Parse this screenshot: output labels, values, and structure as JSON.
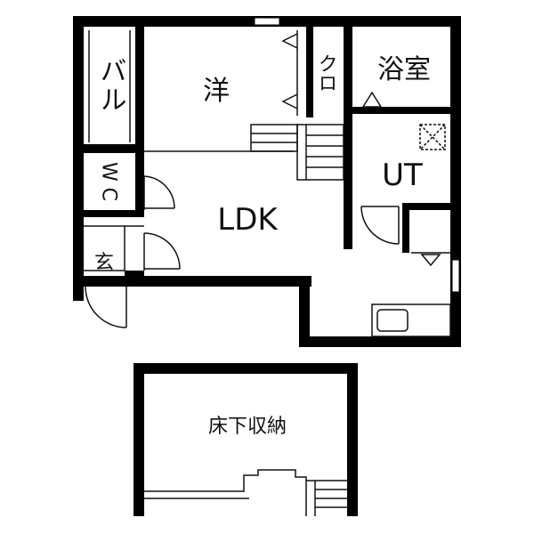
{
  "plan": {
    "rooms": {
      "balcony": "バル",
      "western": "洋",
      "closet": "クロ",
      "bath": "浴室",
      "utility": "UT",
      "wc": "W C",
      "entrance": "玄",
      "ldk": "LDK",
      "underfloor": "床下収納"
    },
    "colors": {
      "wall": "#000000",
      "line": "#111111",
      "floor": "#ffffff"
    }
  }
}
